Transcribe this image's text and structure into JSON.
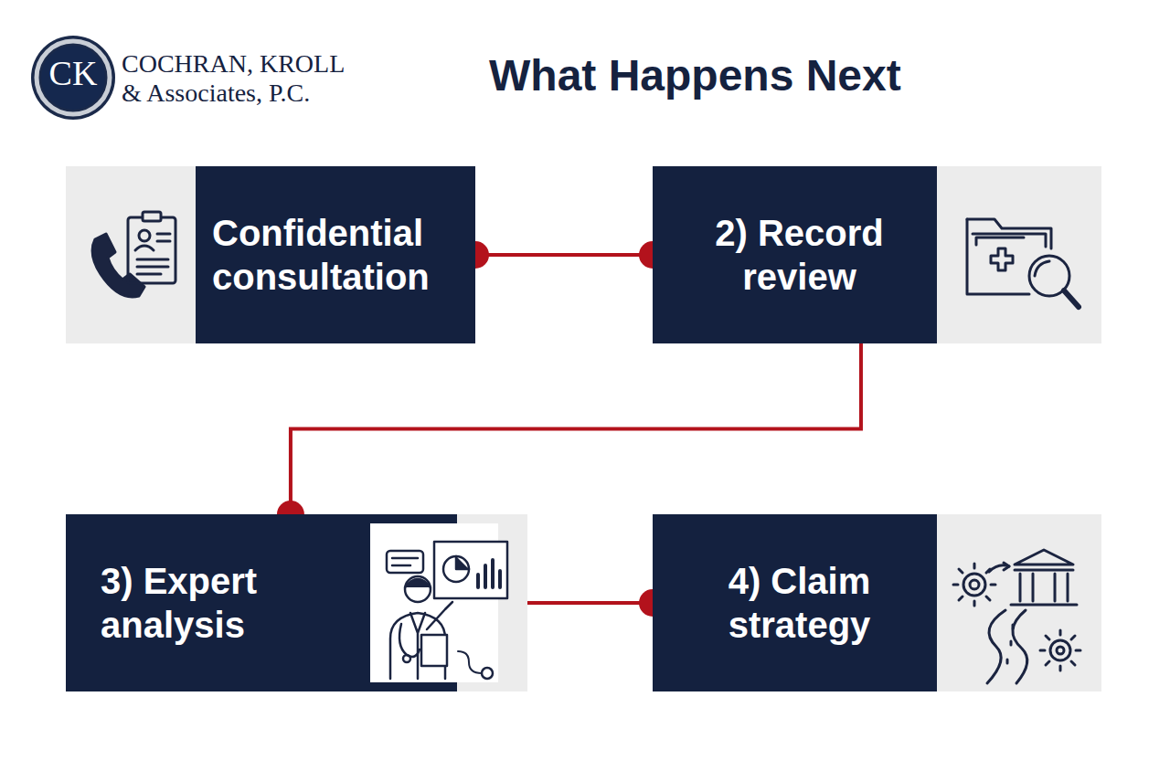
{
  "diagram": {
    "title": "What Happens Next",
    "nodes": [
      {
        "text": [
          "Confidential consultation"
        ]
      },
      {
        "text": [
          "2) Record review"
        ]
      },
      {
        "text": [
          "3) Expert analysis"
        ]
      },
      {
        "text": [
          "4) Claim strategy"
        ]
      }
    ],
    "edges": [
      {
        "from": 0,
        "to": 1,
        "arrow": "none"
      },
      {
        "from": 1,
        "to": 2,
        "arrow": "none"
      },
      {
        "from": 2,
        "to": 3,
        "arrow": "none"
      }
    ],
    "labels": [
      "CK",
      "COCHRAN, KROLL",
      "& Associates, P.C."
    ]
  }
}
